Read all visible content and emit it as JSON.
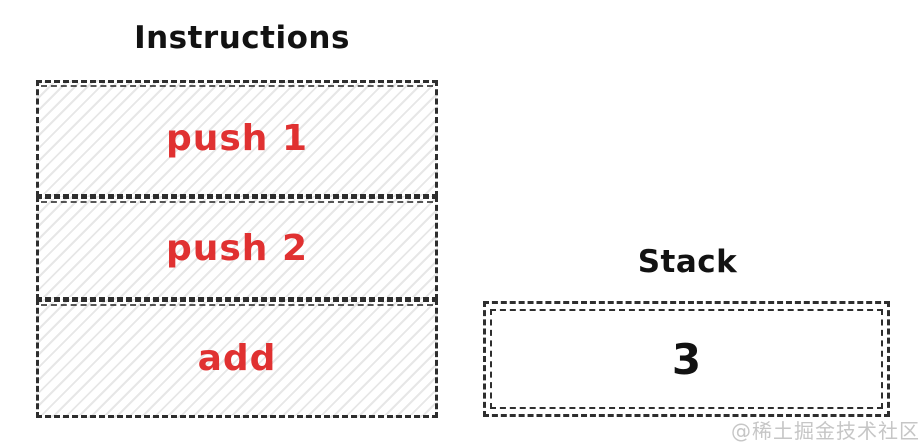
{
  "diagram": {
    "instructions": {
      "title": "Instructions",
      "items": [
        {
          "label": "push 1"
        },
        {
          "label": "push 2"
        },
        {
          "label": "add"
        }
      ]
    },
    "stack": {
      "title": "Stack",
      "value": "3"
    },
    "watermark": "@稀土掘金技术社区"
  },
  "colors": {
    "stroke": "#2e2e2e",
    "instruction_text": "#e03131",
    "title_text": "#121212",
    "hatch": "#e7e7e7",
    "watermark": "#c6c6c6"
  }
}
